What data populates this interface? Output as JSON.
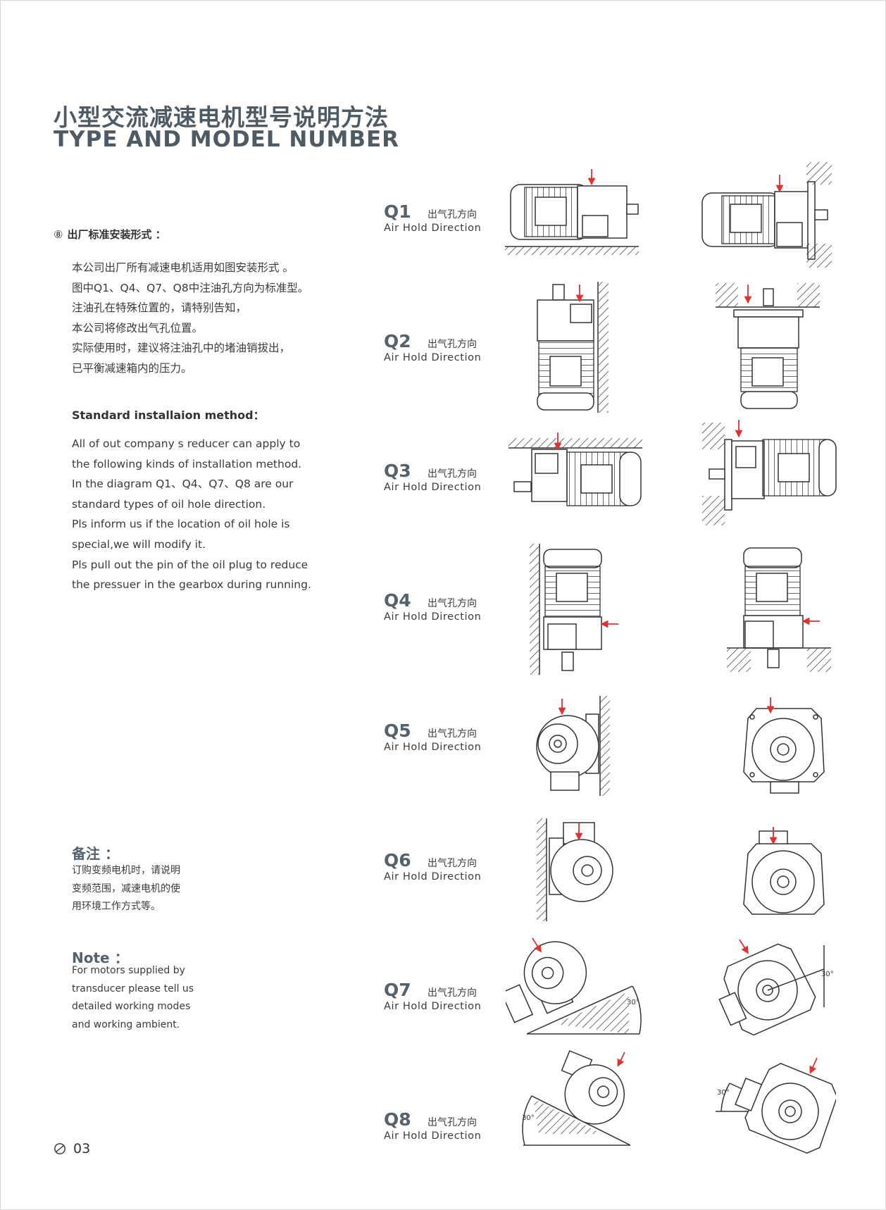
{
  "header": {
    "title_cn": "小型交流减速电机型号说明方法",
    "title_en": "TYPE AND MODEL NUMBER"
  },
  "section": {
    "number": "⑧",
    "heading": "出厂标准安装形式 ："
  },
  "cn_paragraph": [
    "本公司出厂所有减速电机适用如图安装形式 。",
    "图中Q1、Q4、Q7、Q8中注油孔方向为标准型。",
    "注油孔在特殊位置的，请特别告知，",
    "本公司将修改出气孔位置。",
    "实际使用时，建议将注油孔中的堵油销拔出，",
    "已平衡减速箱内的压力。"
  ],
  "standard": {
    "title": "Standard installaion method：",
    "lines": [
      "All of out company s reducer can apply to",
      "the following kinds of installation method.",
      "In the diagram Q1、Q4、Q7、Q8 are our",
      "standard types of oil hole direction.",
      "Pls inform us if the location of oil hole is",
      "special,we will modify it.",
      "Pls pull out the pin of the oil plug to reduce",
      "the pressuer in the gearbox during running."
    ]
  },
  "remark_cn": {
    "title": "备注 ：",
    "lines": [
      "订购变频电机时，请说明",
      "变频范围，减速电机的使",
      "用环境工作方式等。"
    ]
  },
  "note_en": {
    "title": "Note ：",
    "lines": [
      "For motors supplied by",
      "transducer please tell us",
      "detailed working modes",
      "and working ambient."
    ]
  },
  "positions": [
    {
      "code": "Q1",
      "cn": "出气孔方向",
      "en": "Air Hold Direction"
    },
    {
      "code": "Q2",
      "cn": "出气孔方向",
      "en": "Air Hold Direction"
    },
    {
      "code": "Q3",
      "cn": "出气孔方向",
      "en": "Air Hold Direction"
    },
    {
      "code": "Q4",
      "cn": "出气孔方向",
      "en": "Air Hold Direction"
    },
    {
      "code": "Q5",
      "cn": "出气孔方向",
      "en": "Air Hold Direction"
    },
    {
      "code": "Q6",
      "cn": "出气孔方向",
      "en": "Air Hold Direction"
    },
    {
      "code": "Q7",
      "cn": "出气孔方向",
      "en": "Air Hold Direction"
    },
    {
      "code": "Q8",
      "cn": "出气孔方向",
      "en": "Air Hold Direction"
    }
  ],
  "angle_label": "30°",
  "footer": {
    "page_number": "03"
  },
  "colors": {
    "heading": "#4f5b64",
    "arrow": "#dd3333"
  }
}
